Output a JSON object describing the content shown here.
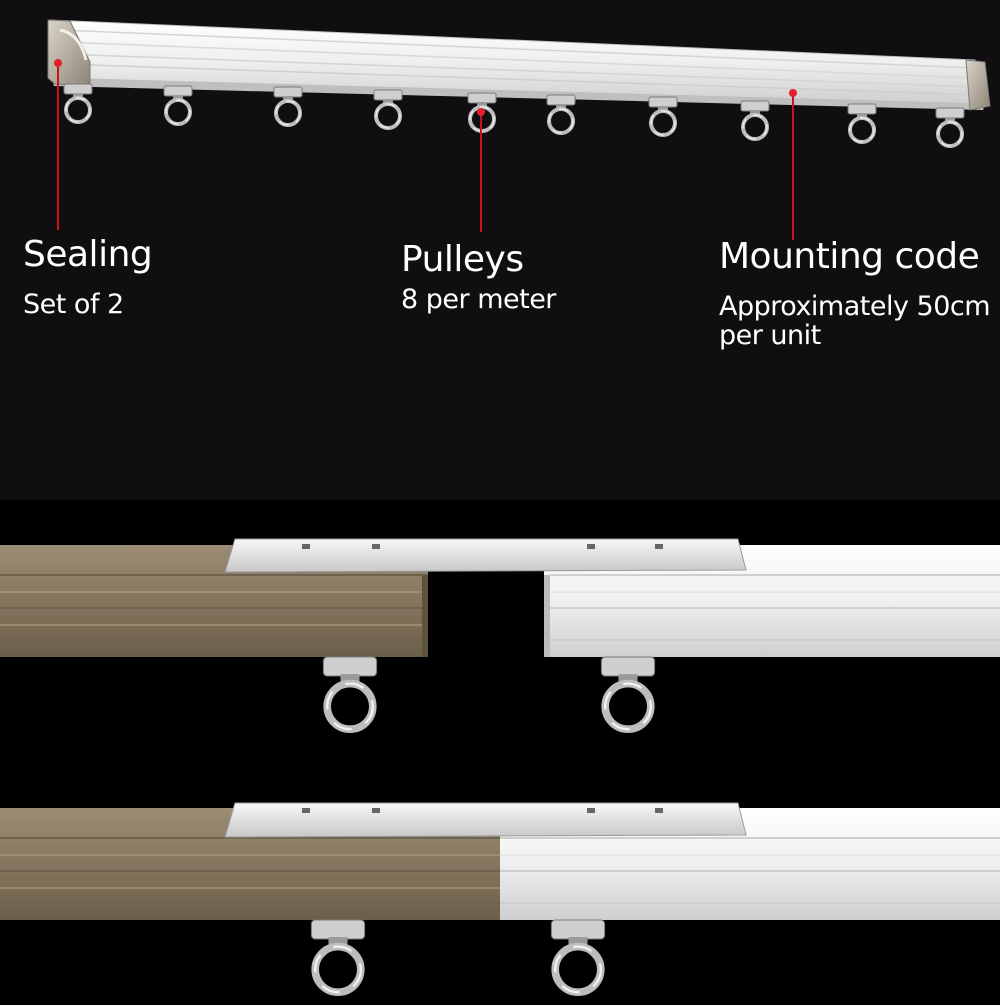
{
  "callouts": {
    "sealing": {
      "title": "Sealing",
      "detail": "Set of 2"
    },
    "pulleys": {
      "title": "Pulleys",
      "detail": "8 per meter"
    },
    "mounting": {
      "title": "Mounting code",
      "detail": "Approximately 50cm per unit"
    }
  },
  "colors": {
    "top_background": "#100e10",
    "bottom_background": "#000000",
    "track_white": "#f2f2f2",
    "track_bronze": "#8a7a62",
    "callout_line": "#c4141c",
    "ring_silver": "#bdbdbd"
  },
  "icons": {
    "top_rail": "curtain-track-icon",
    "pulley": "pulley-ring-icon",
    "connector": "connector-plate-icon"
  }
}
